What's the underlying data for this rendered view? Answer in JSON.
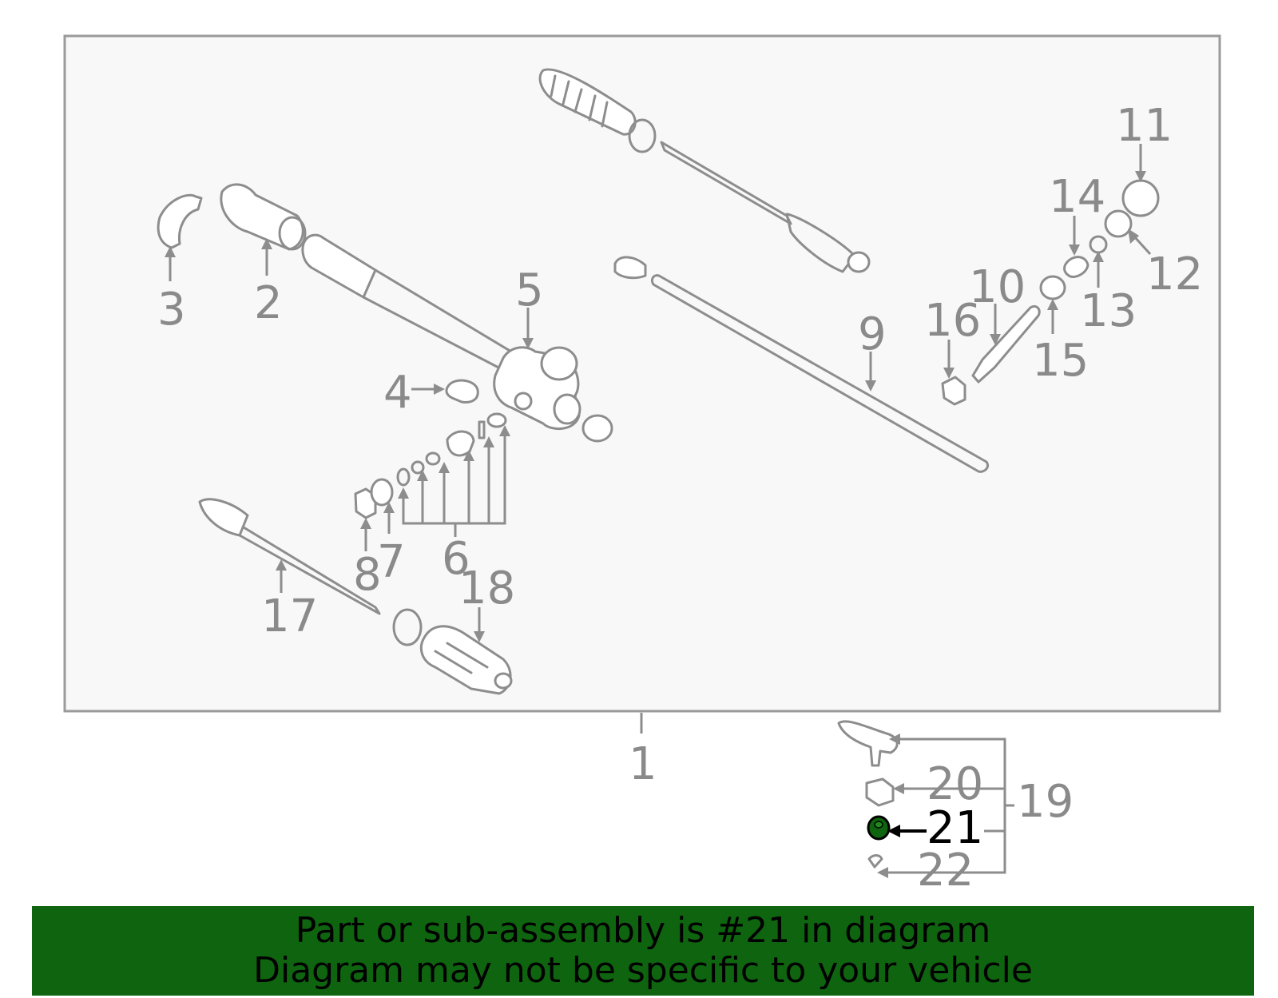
{
  "diagram": {
    "labels": [
      {
        "id": "1",
        "text": "1"
      },
      {
        "id": "2",
        "text": "2"
      },
      {
        "id": "3",
        "text": "3"
      },
      {
        "id": "4",
        "text": "4"
      },
      {
        "id": "5",
        "text": "5"
      },
      {
        "id": "6",
        "text": "6"
      },
      {
        "id": "7",
        "text": "7"
      },
      {
        "id": "8",
        "text": "8"
      },
      {
        "id": "9",
        "text": "9"
      },
      {
        "id": "10",
        "text": "10"
      },
      {
        "id": "11",
        "text": "11"
      },
      {
        "id": "12",
        "text": "12"
      },
      {
        "id": "13",
        "text": "13"
      },
      {
        "id": "14",
        "text": "14"
      },
      {
        "id": "15",
        "text": "15"
      },
      {
        "id": "16",
        "text": "16"
      },
      {
        "id": "17",
        "text": "17"
      },
      {
        "id": "18",
        "text": "18"
      },
      {
        "id": "19",
        "text": "19"
      },
      {
        "id": "20",
        "text": "20"
      },
      {
        "id": "21",
        "text": "21"
      },
      {
        "id": "22",
        "text": "22"
      }
    ],
    "highlighted_part": "21",
    "highlight_color": "#0f640f"
  },
  "banner": {
    "line1": "Part or sub-assembly is #21 in diagram",
    "line2": "Diagram may not be specific to your vehicle",
    "background": "#0f640f"
  }
}
